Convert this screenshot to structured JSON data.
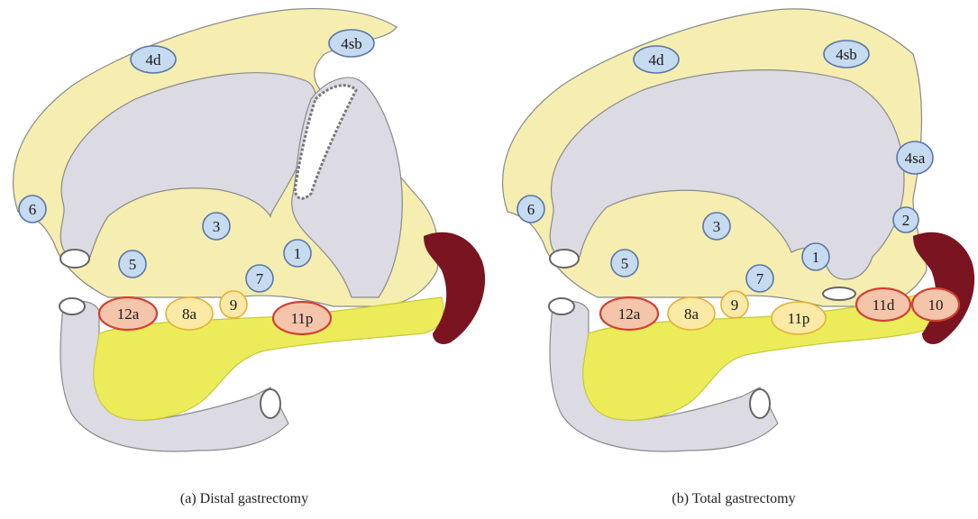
{
  "figure": {
    "colors": {
      "omentum": "#f5eeb0",
      "stomach": "#dcdae3",
      "pancreas": "#ecec5a",
      "spleen": "#7a1420",
      "node_blue": "#c6daf0",
      "node_yellow": "#fbe9a6",
      "node_red": "#f4c5ab",
      "outline": "#8a8a8a"
    },
    "panels": [
      {
        "caption": "(a)  Distal gastrectomy",
        "nodes": [
          {
            "id": "4d",
            "label": "4d",
            "color": "blue"
          },
          {
            "id": "4sb",
            "label": "4sb",
            "color": "blue"
          },
          {
            "id": "6",
            "label": "6",
            "color": "blue"
          },
          {
            "id": "3",
            "label": "3",
            "color": "blue"
          },
          {
            "id": "1",
            "label": "1",
            "color": "blue"
          },
          {
            "id": "5",
            "label": "5",
            "color": "blue"
          },
          {
            "id": "7",
            "label": "7",
            "color": "blue"
          },
          {
            "id": "9",
            "label": "9",
            "color": "yellow"
          },
          {
            "id": "12a",
            "label": "12a",
            "color": "red"
          },
          {
            "id": "8a",
            "label": "8a",
            "color": "yellow"
          },
          {
            "id": "11p",
            "label": "11p",
            "color": "red"
          }
        ]
      },
      {
        "caption": "(b)  Total gastrectomy",
        "nodes": [
          {
            "id": "4d",
            "label": "4d",
            "color": "blue"
          },
          {
            "id": "4sb",
            "label": "4sb",
            "color": "blue"
          },
          {
            "id": "4sa",
            "label": "4sa",
            "color": "blue"
          },
          {
            "id": "2",
            "label": "2",
            "color": "blue"
          },
          {
            "id": "6",
            "label": "6",
            "color": "blue"
          },
          {
            "id": "3",
            "label": "3",
            "color": "blue"
          },
          {
            "id": "1",
            "label": "1",
            "color": "blue"
          },
          {
            "id": "5",
            "label": "5",
            "color": "blue"
          },
          {
            "id": "7",
            "label": "7",
            "color": "blue"
          },
          {
            "id": "9",
            "label": "9",
            "color": "yellow"
          },
          {
            "id": "12a",
            "label": "12a",
            "color": "red"
          },
          {
            "id": "8a",
            "label": "8a",
            "color": "yellow"
          },
          {
            "id": "11p",
            "label": "11p",
            "color": "yellow"
          },
          {
            "id": "11d",
            "label": "11d",
            "color": "red"
          },
          {
            "id": "10",
            "label": "10",
            "color": "red"
          }
        ]
      }
    ]
  }
}
